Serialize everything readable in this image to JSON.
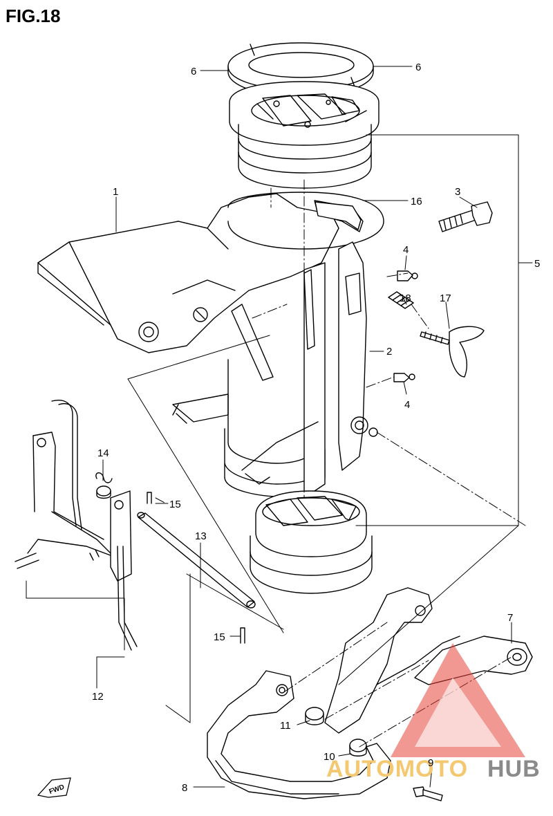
{
  "figure": {
    "title": "FIG.18"
  },
  "callouts": [
    {
      "id": "c1",
      "label": "1"
    },
    {
      "id": "c2",
      "label": "2"
    },
    {
      "id": "c3",
      "label": "3"
    },
    {
      "id": "c4a",
      "label": "4"
    },
    {
      "id": "c4b",
      "label": "4"
    },
    {
      "id": "c5",
      "label": "5"
    },
    {
      "id": "c6a",
      "label": "6"
    },
    {
      "id": "c6b",
      "label": "6"
    },
    {
      "id": "c7",
      "label": "7"
    },
    {
      "id": "c8",
      "label": "8"
    },
    {
      "id": "c9",
      "label": "9"
    },
    {
      "id": "c10",
      "label": "10"
    },
    {
      "id": "c11",
      "label": "11"
    },
    {
      "id": "c12",
      "label": "12"
    },
    {
      "id": "c13",
      "label": "13"
    },
    {
      "id": "c14",
      "label": "14"
    },
    {
      "id": "c15a",
      "label": "15"
    },
    {
      "id": "c15b",
      "label": "15"
    },
    {
      "id": "c16",
      "label": "16"
    },
    {
      "id": "c17",
      "label": "17"
    },
    {
      "id": "c18",
      "label": "18"
    }
  ],
  "direction_marker": {
    "label": "FWD"
  },
  "watermark": {
    "part1": "AUTOMOTO",
    "part2": "HUB",
    "colors": {
      "triangle": "#e8443a",
      "text_primary": "#f4c870",
      "text_secondary": "#8a8a8a"
    }
  }
}
